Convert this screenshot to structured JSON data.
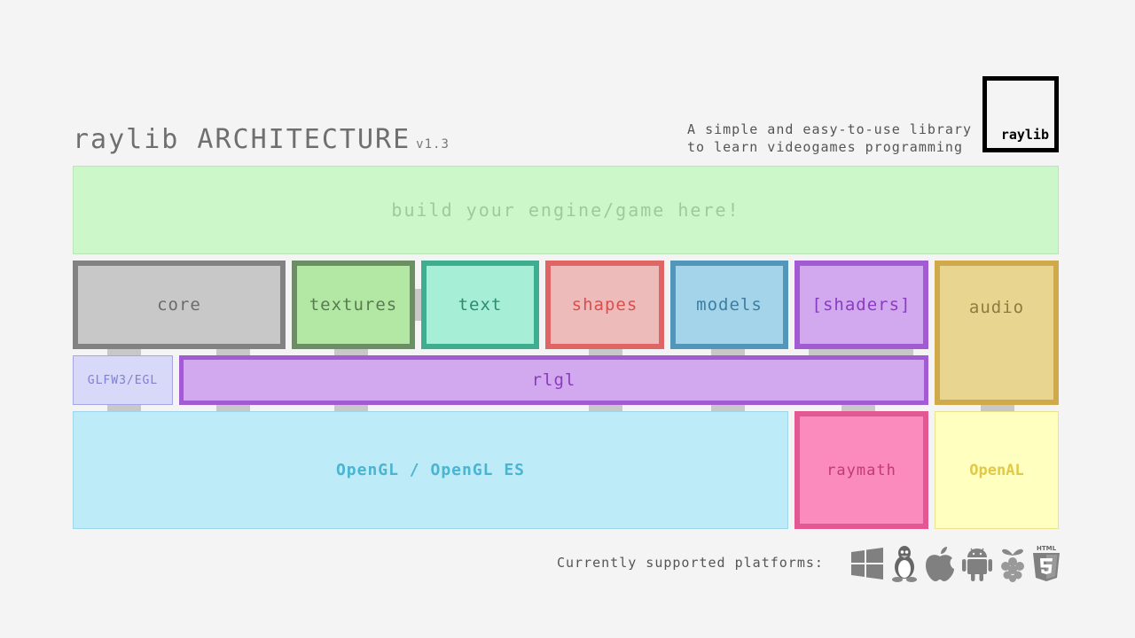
{
  "header": {
    "title": "raylib ARCHITECTURE",
    "version": "v1.3",
    "tagline_line1": "A simple and easy-to-use library",
    "tagline_line2": "to learn videogames programming",
    "logo_text": "raylib"
  },
  "diagram": {
    "engine": "build your engine/game here!",
    "modules": {
      "core": "core",
      "textures": "textures",
      "text": "text",
      "shapes": "shapes",
      "models": "models",
      "shaders": "[shaders]",
      "audio": "audio"
    },
    "glfw": "GLFW3/EGL",
    "rlgl": "rlgl",
    "opengl": "OpenGL / OpenGL ES",
    "raymath": "raymath",
    "openal": "OpenAL"
  },
  "footer": {
    "platforms_label": "Currently supported platforms:",
    "platforms": [
      {
        "icon": "windows-icon"
      },
      {
        "icon": "linux-icon"
      },
      {
        "icon": "apple-icon"
      },
      {
        "icon": "android-icon"
      },
      {
        "icon": "raspberry-pi-icon"
      },
      {
        "icon": "html5-icon"
      }
    ]
  },
  "colors": {
    "background": "#f4f4f4",
    "engine": "#ccf7c8",
    "core": "#c8c8c8",
    "textures": "#b2e8a4",
    "text": "#a6eed6",
    "shapes": "#eebbbb",
    "models": "#a4d4ea",
    "shaders": "#d2a8ee",
    "audio": "#e8d590",
    "glfw": "#d8d8f8",
    "rlgl": "#d2a8ee",
    "opengl": "#bdebf8",
    "raymath": "#fb8abd",
    "openal": "#ffffc0"
  }
}
